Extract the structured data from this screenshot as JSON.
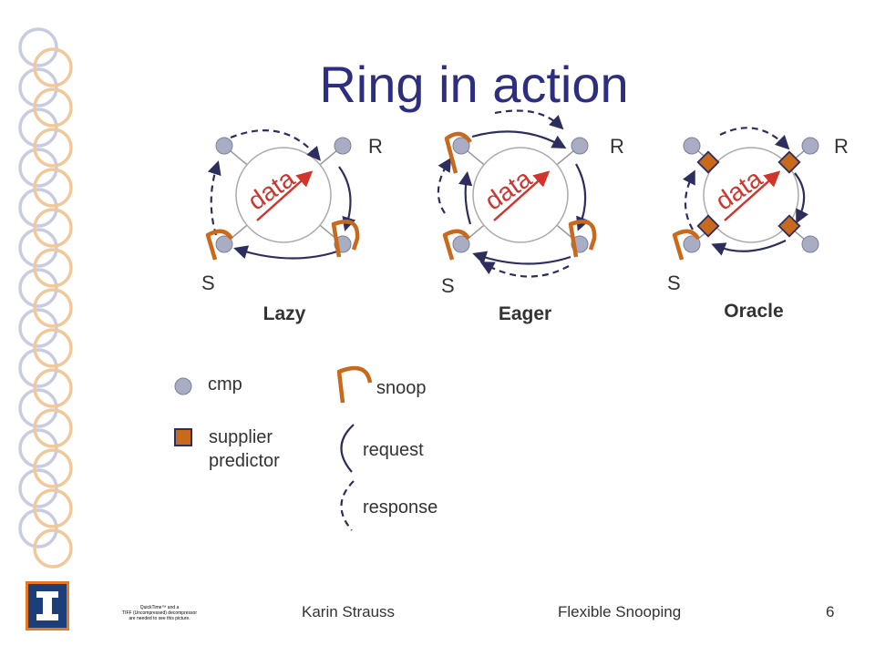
{
  "slide": {
    "title": "Ring in action",
    "footer_author": "Karin Strauss",
    "footer_talk": "Flexible Snooping",
    "page_number": "6"
  },
  "diagrams": [
    {
      "caption": "Lazy",
      "supplier_label": "S",
      "requester_label": "R",
      "message_label": "data"
    },
    {
      "caption": "Eager",
      "supplier_label": "S",
      "requester_label": "R",
      "message_label": "data"
    },
    {
      "caption": "Oracle",
      "supplier_label": "S",
      "requester_label": "R",
      "message_label": "data"
    }
  ],
  "legend": {
    "cmp": "cmp",
    "supplier_predictor_line1": "supplier",
    "supplier_predictor_line2": "predictor",
    "snoop": "snoop",
    "request": "request",
    "response": "response"
  },
  "quicktime_notice": {
    "line1": "QuickTime™ and a",
    "line2": "TIFF (Uncompressed) decompressor",
    "line3": "are needed to see this picture."
  },
  "colors": {
    "title": "#2e2e80",
    "ring_outline": "#aaaaaa",
    "node": "#a9adc4",
    "arrow": "#2e2e5e",
    "snoop": "#c8691c",
    "predictor_fill": "#c8691c",
    "data_text": "#d0342c",
    "left_ring_blue": "#c9cbe0",
    "left_ring_orange": "#f0c89a"
  },
  "icons": [
    "ring-border-decoration",
    "university-logo"
  ]
}
